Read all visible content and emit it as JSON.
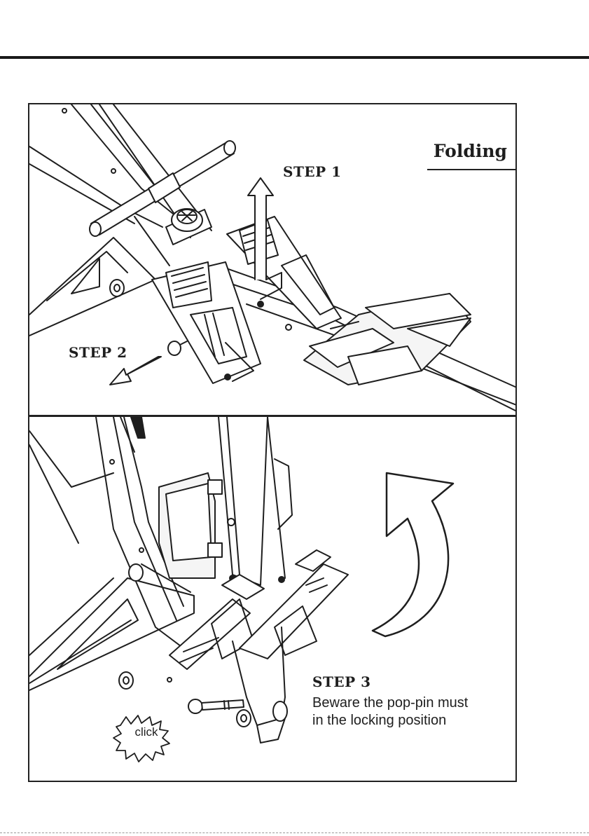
{
  "header": {
    "divider": "horizontal rule"
  },
  "panel_top": {
    "section_title": "Folding",
    "step_1_label": "STEP 1",
    "step_2_label": "STEP 2",
    "illustration": "rowing-machine-rail-folding-icon",
    "arrows": [
      "up-arrow-icon",
      "down-left-arrow-icon"
    ]
  },
  "panel_bottom": {
    "step_3_label": "STEP 3",
    "note_line_1": "Beware the pop-pin must",
    "note_line_2": "in the locking position",
    "click_text": "click",
    "illustration": "rowing-machine-folded-upright-icon",
    "arrows": [
      "curved-up-arrow-icon"
    ]
  },
  "colors": {
    "ink": "#1e1e1e",
    "paper": "#ffffff",
    "seat_fill": "#f5f5f5"
  }
}
